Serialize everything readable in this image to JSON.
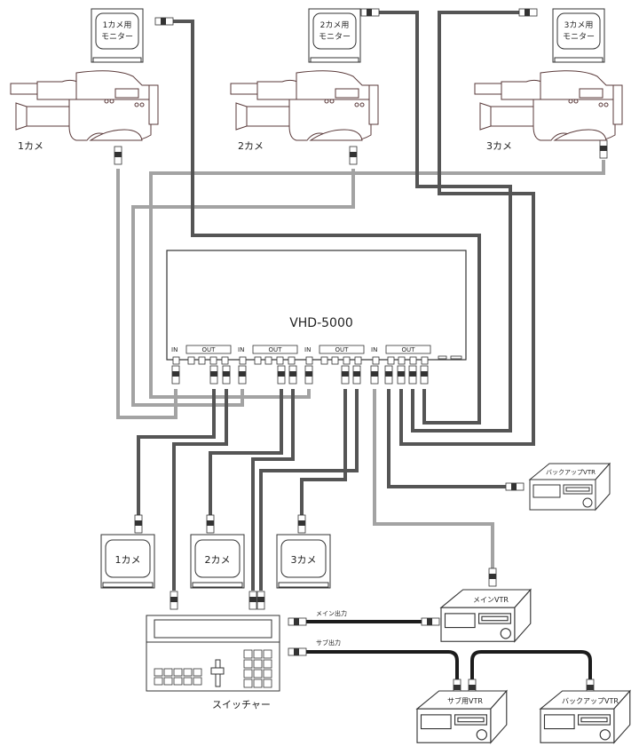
{
  "diagram": {
    "device": {
      "name": "VHD-5000",
      "in_label": "IN",
      "out_label": "OUT",
      "groups": 4
    },
    "cameras": [
      {
        "label": "1カメ"
      },
      {
        "label": "2カメ"
      },
      {
        "label": "3カメ"
      }
    ],
    "camera_monitors": [
      {
        "line1": "1カメ用",
        "line2": "モニター"
      },
      {
        "line1": "2カメ用",
        "line2": "モニター"
      },
      {
        "line1": "3カメ用",
        "line2": "モニター"
      }
    ],
    "switcher_monitors": [
      {
        "label": "1カメ"
      },
      {
        "label": "2カメ"
      },
      {
        "label": "3カメ"
      }
    ],
    "switcher": {
      "label": "スイッチャー"
    },
    "outputs": {
      "main": "メイン出力",
      "sub": "サブ出力"
    },
    "vtrs": {
      "backup_top": "バックアップVTR",
      "main": "メインVTR",
      "sub": "サブ用VTR",
      "backup_bottom": "バックアップVTR"
    },
    "cable_colors": {
      "camera_feed": "#a3a3a3",
      "distribution": "#555555",
      "switcher_output": "#1c1c1c"
    }
  }
}
